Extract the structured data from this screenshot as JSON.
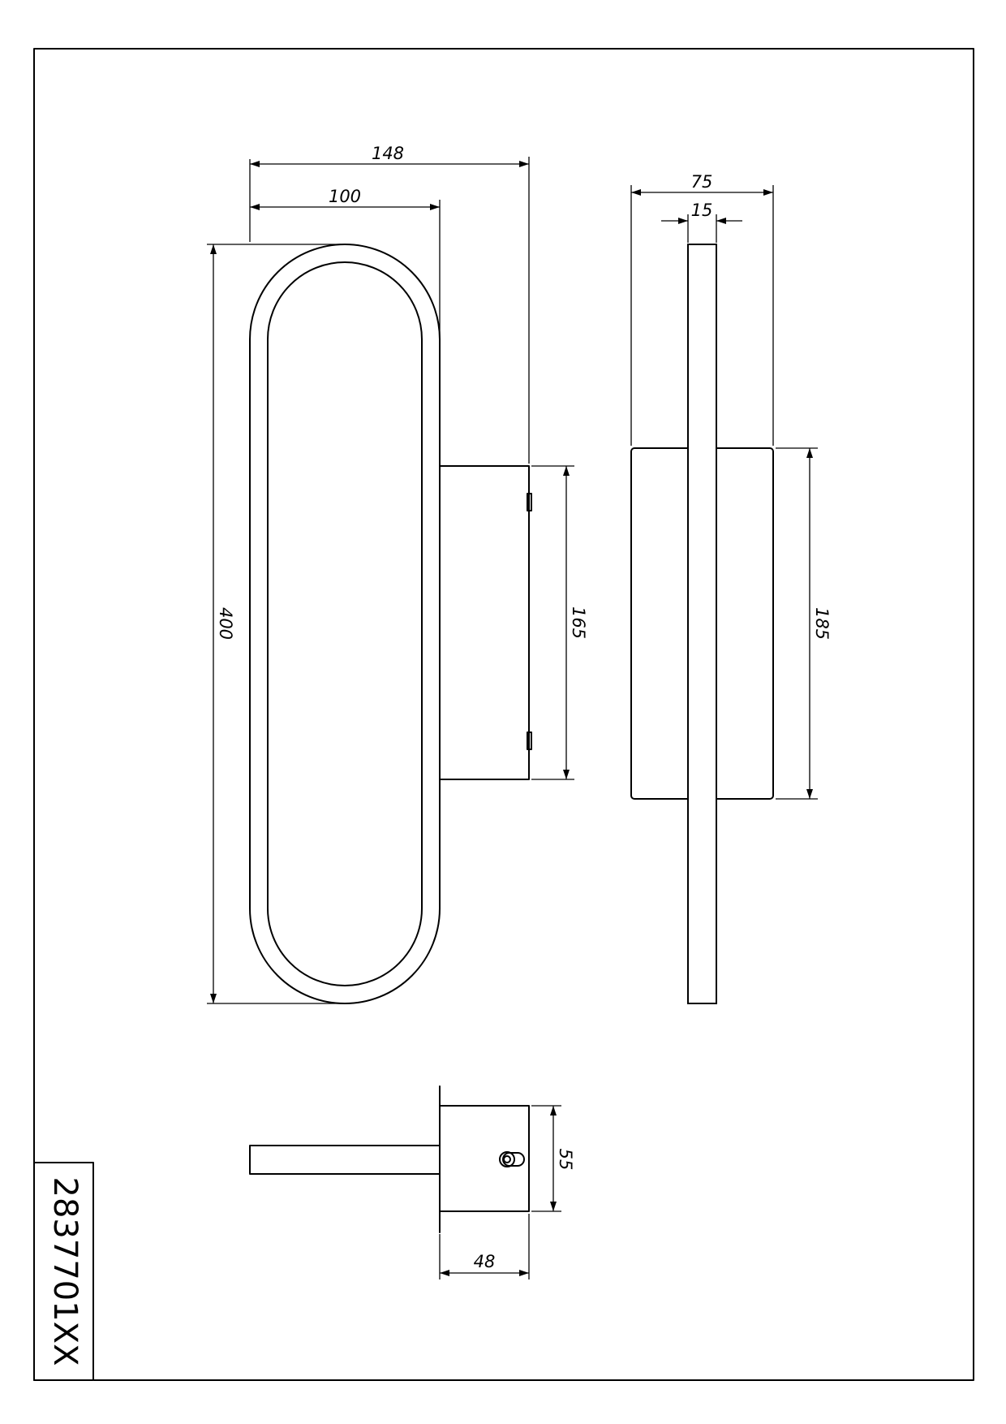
{
  "product_code": "2837701XX",
  "front_view": {
    "dim_overall_width": "148",
    "dim_ring_width": "100",
    "dim_height": "400",
    "dim_base_height": "165"
  },
  "side_view": {
    "dim_depth": "75",
    "dim_ring_thickness": "15",
    "dim_base_height": "185"
  },
  "top_view": {
    "dim_base_width": "55",
    "dim_base_depth": "48"
  }
}
